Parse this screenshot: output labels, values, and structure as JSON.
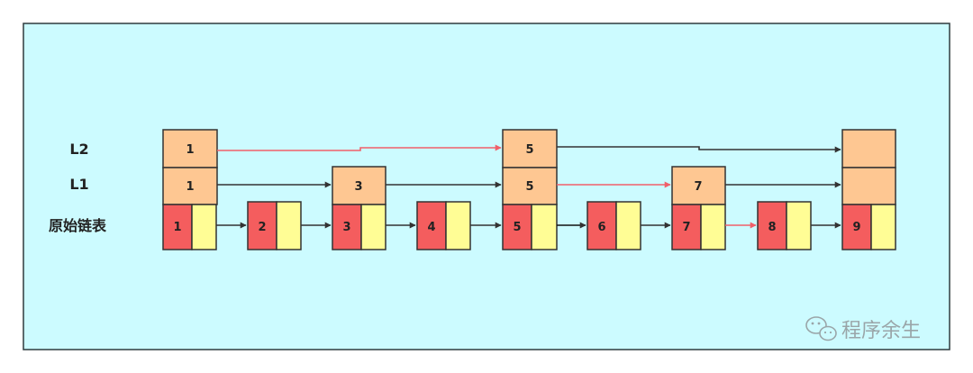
{
  "labels": {
    "l2": "L2",
    "l1": "L1",
    "base": "原始链表"
  },
  "base_nodes": [
    "1",
    "2",
    "3",
    "4",
    "5",
    "6",
    "7",
    "8",
    "9"
  ],
  "l1_nodes": [
    "1",
    "3",
    "5",
    "7",
    ""
  ],
  "l2_nodes": [
    "1",
    "5",
    ""
  ],
  "watermark": {
    "text": "程序余生",
    "icon": "wechat-icon"
  },
  "colors": {
    "frame_bg": "#ccfbff",
    "index_node": "#fec792",
    "node_value": "#f45d5e",
    "node_pointer": "#fffd95",
    "search_path": "#f0606a",
    "arrow": "#333333"
  },
  "search_path": [
    "L2:1→5",
    "L1:5→7",
    "base:7→8"
  ]
}
